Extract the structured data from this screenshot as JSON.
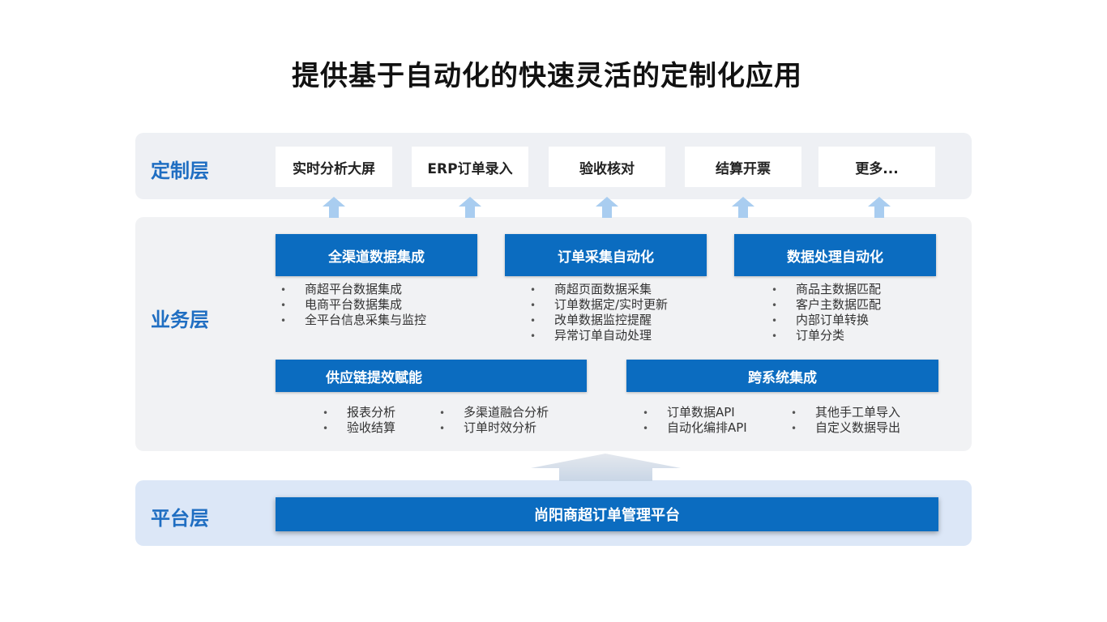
{
  "title": "提供基于自动化的快速灵活的定制化应用",
  "layers": {
    "custom": "定制层",
    "business": "业务层",
    "platform": "平台层"
  },
  "custom_items": [
    "实时分析大屏",
    "ERP订单录入",
    "验收核对",
    "结算开票",
    "更多..."
  ],
  "modules": [
    {
      "title": "全渠道数据集成",
      "items": [
        "商超平台数据集成",
        "电商平台数据集成",
        "全平台信息采集与监控"
      ]
    },
    {
      "title": "订单采集自动化",
      "items": [
        "商超页面数据采集",
        "订单数据定/实时更新",
        "改单数据监控提醒",
        "异常订单自动处理"
      ]
    },
    {
      "title": "数据处理自动化",
      "items": [
        "商品主数据匹配",
        "客户主数据匹配",
        "内部订单转换",
        "订单分类"
      ]
    },
    {
      "title": "供应链提效赋能",
      "col1": [
        "报表分析",
        "验收结算"
      ],
      "col2": [
        "多渠道融合分析",
        "订单时效分析"
      ]
    },
    {
      "title": "跨系统集成",
      "col1": [
        "订单数据API",
        "自动化编排API"
      ],
      "col2": [
        "其他手工单导入",
        "自定义数据导出"
      ]
    }
  ],
  "platform_name": "尚阳商超订单管理平台",
  "colors": {
    "accent": "#0b6cc0",
    "layer_label": "#1f6ec2",
    "arrow": "#a9cdf0",
    "band_platform": "#dce7f7"
  }
}
